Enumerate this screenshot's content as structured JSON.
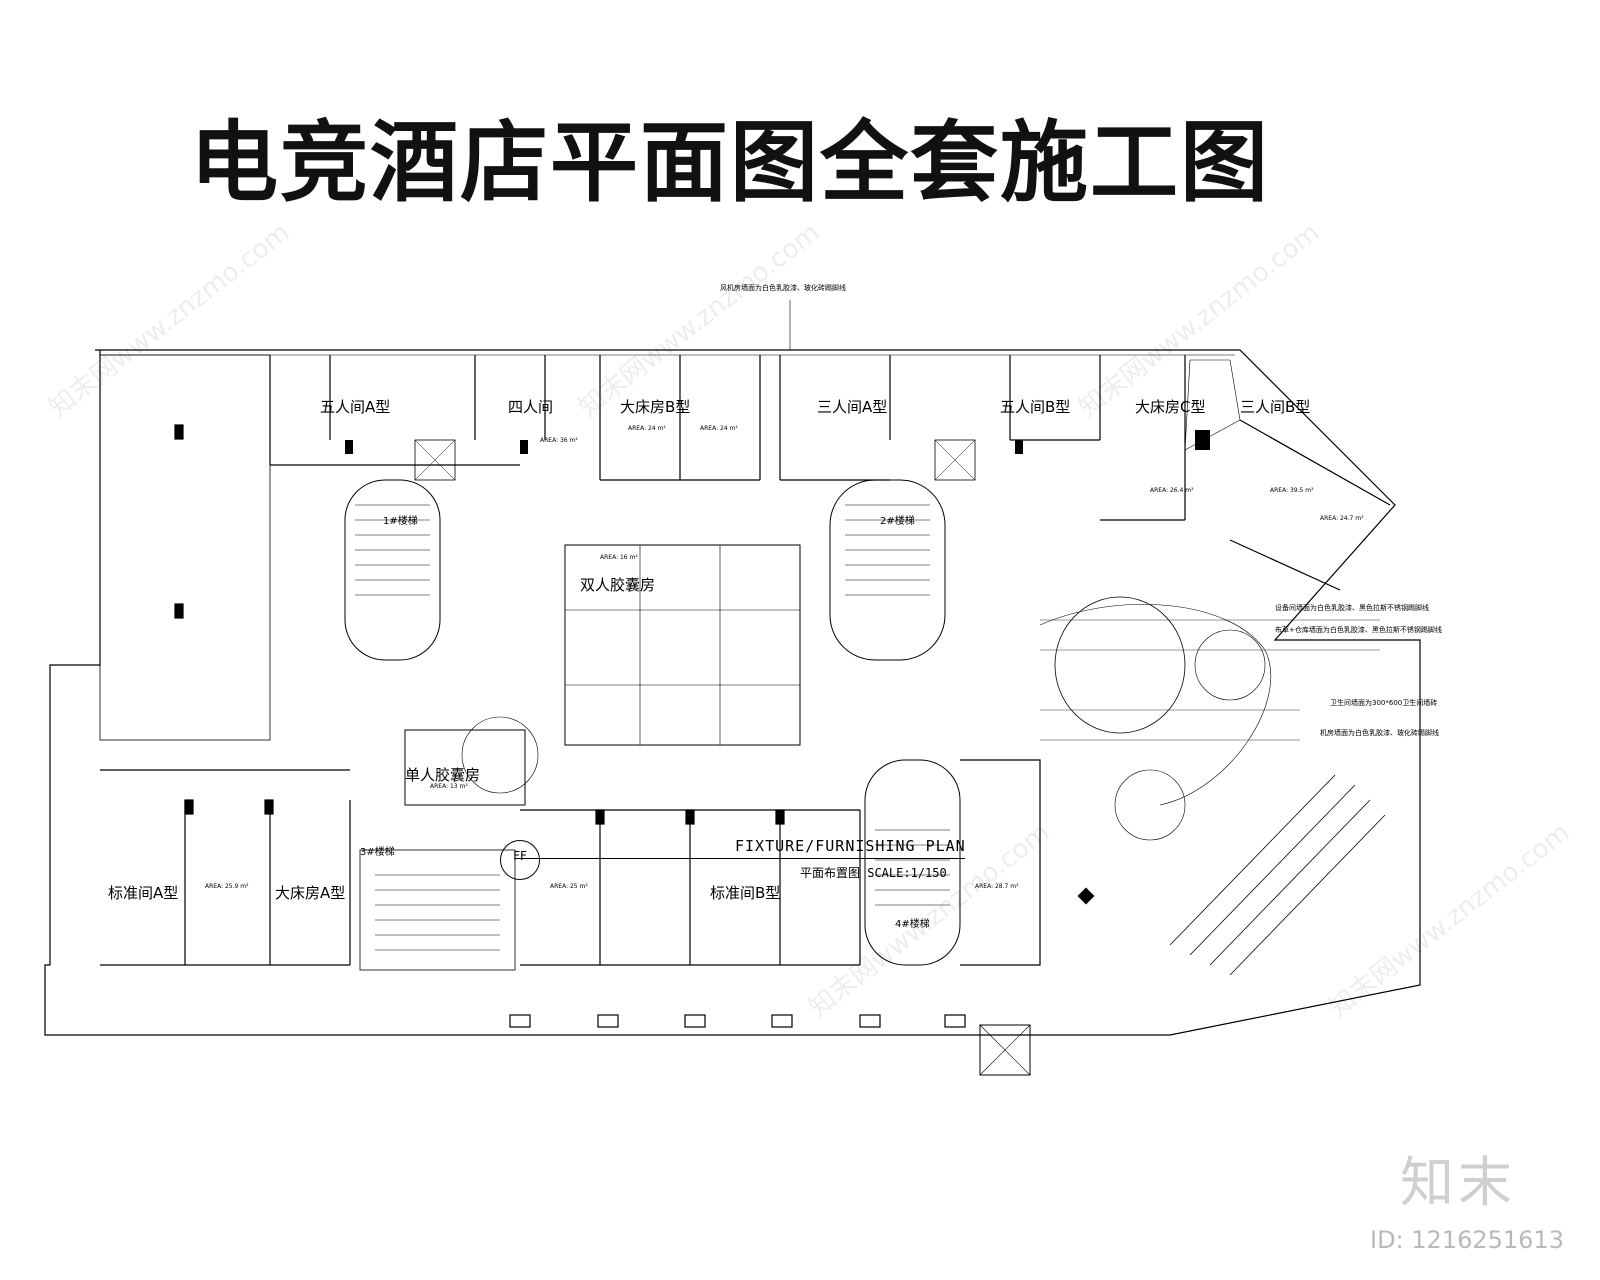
{
  "title": "电竞酒店平面图全套施工图",
  "plan_title": "FIXTURE/FURNISHING PLAN",
  "plan_subtitle": "平面布置图  SCALE:1/150",
  "plan_marker": "FF",
  "brand_logo": "知末",
  "image_id": "ID: 1216251613",
  "watermark": "知末网www.znzmo.com",
  "rooms": [
    "五人间A型",
    "四人间",
    "大床房B型",
    "三人间A型",
    "五人间B型",
    "大床房C型",
    "三人间B型",
    "双人胶囊房",
    "单人胶囊房",
    "标准间A型",
    "大床房A型",
    "标准间B型"
  ],
  "stairs": [
    "1#楼梯",
    "2#楼梯",
    "3#楼梯",
    "4#楼梯"
  ],
  "notes": [
    "风机房墙面为白色乳胶漆、玻化砖踢脚线",
    "设备间墙面为白色乳胶漆、黑色拉斯不锈钢踢脚线",
    "布草+仓库墙面为白色乳胶漆、黑色拉斯不锈钢踢脚线",
    "卫生间墙面为300*600卫生间墙砖",
    "机房墙面为白色乳胶漆、玻化砖踢脚线"
  ],
  "areas": [
    "AREA: 36 m²",
    "AREA: 24 m²",
    "AREA: 24 m²",
    "AREA: 26.4 m²",
    "AREA: 39.5 m²",
    "AREA: 24.7 m²",
    "AREA: 16 m²",
    "AREA: 13 m²",
    "AREA: 25.9 m²",
    "AREA: 25 m²",
    "AREA: 28.7 m²"
  ]
}
